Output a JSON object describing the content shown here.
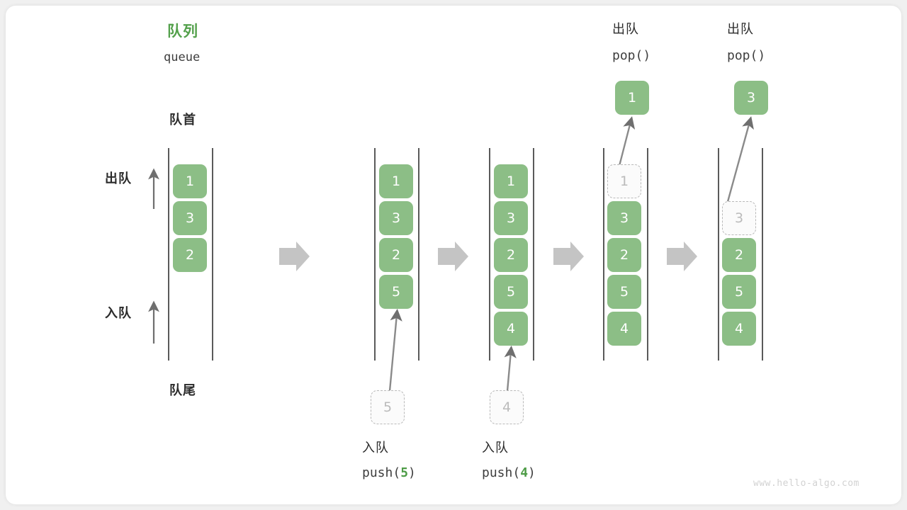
{
  "diagram": {
    "title_cn": "队列",
    "title_en": "queue",
    "front_label": "队首",
    "rear_label": "队尾",
    "dequeue_label": "出队",
    "enqueue_label": "入队",
    "watermark": "www.hello-algo.com",
    "accent_green": "#54a14c",
    "cell_green": "#8cbe86",
    "ghost_gray": "#bbbbbb",
    "rail_gray": "#5a5a5a",
    "arrow_gray": "#c4c4c4"
  },
  "steps": [
    {
      "id": "state-initial",
      "cells": [
        "1",
        "3",
        "2"
      ],
      "ghost_index": -1,
      "op_cn": "",
      "op_code": "",
      "op_code_num": ""
    },
    {
      "id": "state-after-push-5",
      "cells": [
        "1",
        "3",
        "2",
        "5"
      ],
      "ghost_index": -1,
      "op_cn": "入队",
      "op_code_prefix": "push(",
      "op_code_num": "5",
      "op_code_suffix": ")",
      "incoming_value": "5"
    },
    {
      "id": "state-after-push-4",
      "cells": [
        "1",
        "3",
        "2",
        "5",
        "4"
      ],
      "ghost_index": -1,
      "op_cn": "入队",
      "op_code_prefix": "push(",
      "op_code_num": "4",
      "op_code_suffix": ")",
      "incoming_value": "4"
    },
    {
      "id": "state-after-pop-1",
      "cells": [
        "1",
        "3",
        "2",
        "5",
        "4"
      ],
      "ghost_index": 0,
      "op_cn": "出队",
      "op_code_prefix": "pop(",
      "op_code_num": "",
      "op_code_suffix": ")",
      "popped_value": "1"
    },
    {
      "id": "state-after-pop-3",
      "cells": [
        "3",
        "2",
        "5",
        "4"
      ],
      "ghost_index": 0,
      "op_cn": "出队",
      "op_code_prefix": "pop(",
      "op_code_num": "",
      "op_code_suffix": ")",
      "popped_value": "3"
    }
  ],
  "cells": {
    "c1_0": "1",
    "c1_1": "3",
    "c1_2": "2",
    "c2_0": "1",
    "c2_1": "3",
    "c2_2": "2",
    "c2_3": "5",
    "c3_0": "1",
    "c3_1": "3",
    "c3_2": "2",
    "c3_3": "5",
    "c3_4": "4",
    "c4_0": "1",
    "c4_1": "3",
    "c4_2": "2",
    "c4_3": "5",
    "c4_4": "4",
    "c5_1": "3",
    "c5_2": "2",
    "c5_3": "5",
    "c5_4": "4",
    "in5": "5",
    "in4": "4",
    "out1": "1",
    "out3": "3"
  },
  "ops": {
    "push5_cn": "入队",
    "push5_pre": "push(",
    "push5_num": "5",
    "push5_post": ")",
    "push4_cn": "入队",
    "push4_pre": "push(",
    "push4_num": "4",
    "push4_post": ")",
    "pop1_cn": "出队",
    "pop1_code": "pop()",
    "pop2_cn": "出队",
    "pop2_code": "pop()"
  }
}
